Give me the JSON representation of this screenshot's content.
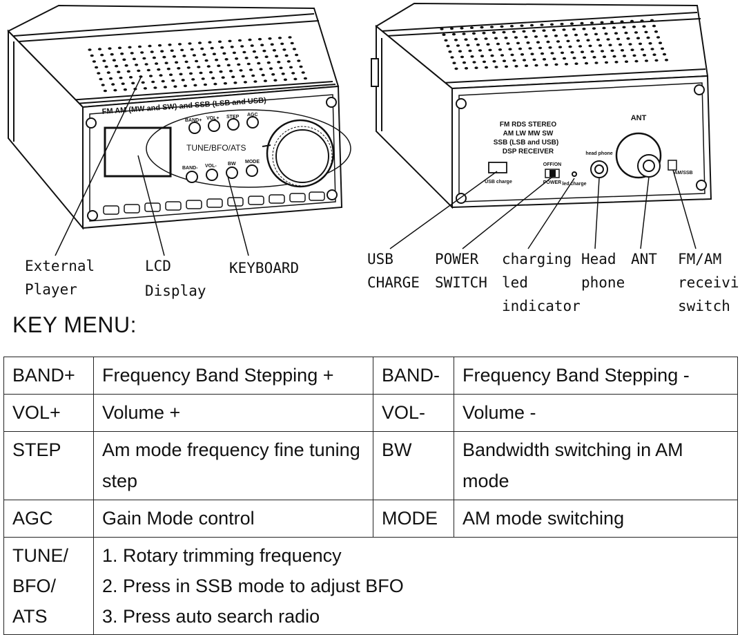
{
  "front_panel": {
    "top_label": "FM AM (MW and SW) and SSB (LSB and USB)",
    "buttons_top": [
      "BAND+",
      "VOL+",
      "STEP",
      "AGC"
    ],
    "buttons_bottom": [
      "BAND-",
      "VOL-",
      "BW",
      "MODE"
    ],
    "knob_label": "TUNE/BFO/ATS"
  },
  "rear_panel": {
    "info_lines": [
      "FM RDS STEREO",
      "AM LW MW SW",
      "SSB (LSB and USB)",
      "DSP RECEIVER"
    ],
    "usb_label": "USB charge",
    "power_label": "OFF/ON",
    "power_sub": "POWER",
    "led_label": "led charge",
    "headphone_label": "head phone",
    "ant_label": "ANT",
    "switch_label": "AM/SSB"
  },
  "callouts": {
    "external_player": [
      "External",
      "Player"
    ],
    "lcd_display": [
      "LCD",
      "Display"
    ],
    "keyboard": [
      "KEYBOARD"
    ],
    "usb_charge": [
      "USB",
      "CHARGE"
    ],
    "power_switch": [
      "POWER",
      "SWITCH"
    ],
    "charging_led": [
      "charging",
      "led",
      "indicator"
    ],
    "head_phone": [
      "Head",
      "phone"
    ],
    "ant": [
      "ANT"
    ],
    "fm_am_switch": [
      "FM/AM",
      "receiving",
      "switch"
    ]
  },
  "key_menu": {
    "title": "KEY MENU:",
    "rows": [
      {
        "k1": "BAND+",
        "d1": "Frequency Band Stepping +",
        "k2": "BAND-",
        "d2": "Frequency Band Stepping -"
      },
      {
        "k1": "VOL+",
        "d1": "Volume +",
        "k2": "VOL-",
        "d2": "Volume -"
      },
      {
        "k1": "STEP",
        "d1": "Am mode frequency fine tuning step",
        "k2": "BW",
        "d2": "Bandwidth switching in AM mode"
      },
      {
        "k1": "AGC",
        "d1": "Gain Mode control",
        "k2": "MODE",
        "d2": "AM mode switching"
      }
    ],
    "tune": {
      "key_lines": [
        "TUNE/",
        "BFO/",
        "ATS"
      ],
      "items": [
        "1. Rotary trimming frequency",
        "2. Press in SSB mode to adjust BFO",
        "3. Press auto search radio"
      ]
    }
  }
}
